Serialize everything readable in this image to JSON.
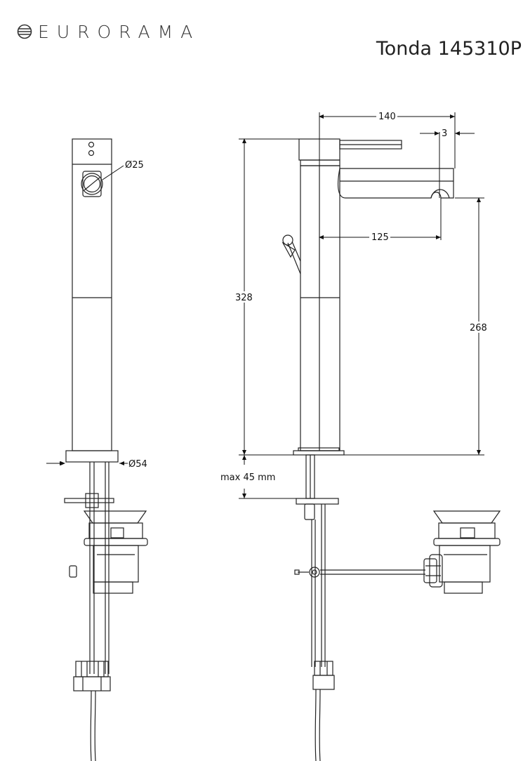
{
  "brand": {
    "logo_icon": "eurorama-globe-icon",
    "name": "EURORAMA"
  },
  "product": {
    "title": "Tonda 145310P"
  },
  "dimensions": {
    "handle_diameter": "Ø25",
    "base_diameter": "Ø54",
    "spout_reach": "140",
    "spout_offset": "3",
    "outlet_reach": "125",
    "total_height": "328",
    "outlet_height": "268",
    "max_deck_thickness": "max 45 mm"
  },
  "colors": {
    "line": "#222222",
    "dimension": "#111111"
  }
}
